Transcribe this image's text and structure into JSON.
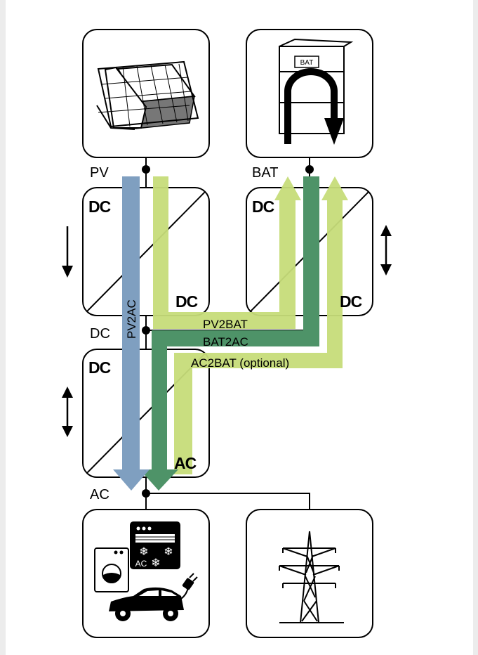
{
  "nodes": {
    "pv": "PV",
    "bat": "BAT",
    "dc": "DC",
    "ac": "AC"
  },
  "converter_labels": {
    "dc": "DC",
    "ac": "AC"
  },
  "flows": {
    "pv2ac": "PV2AC",
    "pv2bat": "PV2BAT",
    "bat2ac": "BAT2AC",
    "ac2bat": "AC2BAT (optional)"
  },
  "battery_label": "BAT",
  "ac_unit_label": "AC",
  "colors": {
    "pv2ac": "#7f9fc0",
    "bat_green": "#4e9368",
    "light_green": "#c6dc79",
    "background": "#ececec"
  }
}
